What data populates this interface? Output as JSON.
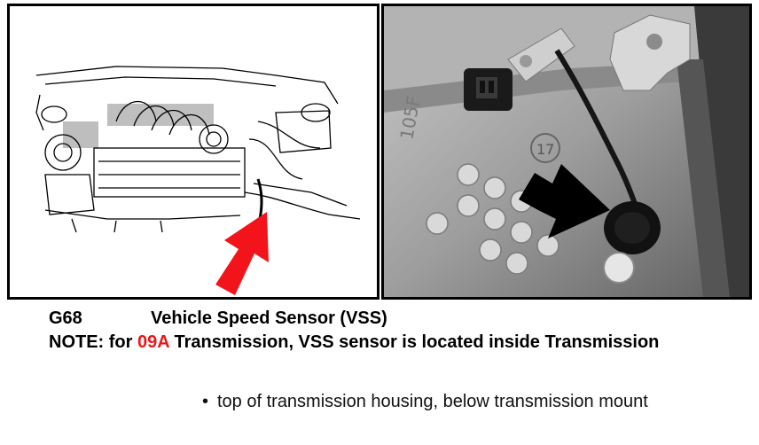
{
  "colors": {
    "highlight_red": "#e8181a",
    "panel_border": "#000000"
  },
  "images": {
    "left": {
      "icon": "engine-bay-line-drawing",
      "arrow_color": "#f2141a"
    },
    "right": {
      "icon": "transmission-housing-photo",
      "stamp_text": "105F",
      "circled_number": "17",
      "arrow_color": "#000000"
    }
  },
  "caption": {
    "component_code": "G68",
    "component_name": "Vehicle Speed Sensor (VSS)",
    "note_prefix": "NOTE: for ",
    "note_code": "09A",
    "note_suffix": " Transmission, VSS sensor is located inside Transmission"
  },
  "bullet": {
    "marker": "•",
    "text": "top of transmission housing, below transmission mount"
  }
}
